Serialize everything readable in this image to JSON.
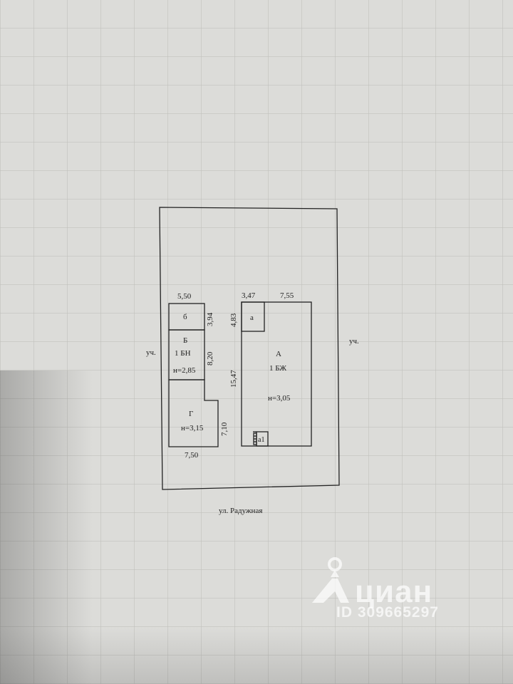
{
  "labels": {
    "neighbor_left": "уч.",
    "neighbor_right": "уч.",
    "street": "ул. Радужная"
  },
  "building_a": {
    "letter": "А",
    "floors": "1 БЖ",
    "height": "н=3,05",
    "dim_top_left": "3,47",
    "dim_top_right": "7,55",
    "dim_left_upper": "4,83",
    "dim_left": "15,47",
    "annex_a": "а",
    "annex_a1": "а1"
  },
  "building_b": {
    "letter": "Б",
    "floors": "1 БН",
    "height": "н=2,85",
    "dim_top": "5,50",
    "dim_right_upper": "3,94",
    "dim_right": "8,20",
    "annex_b": "б"
  },
  "building_g": {
    "letter": "Г",
    "height": "н=3,15",
    "dim_right": "7,10",
    "dim_bottom": "7,50"
  },
  "watermark": {
    "logo_text": "циан",
    "id_text": "ID 309665297",
    "icon": "location-pin-icon"
  },
  "colors": {
    "paper": "#dcdcd9",
    "ink": "#222222"
  }
}
